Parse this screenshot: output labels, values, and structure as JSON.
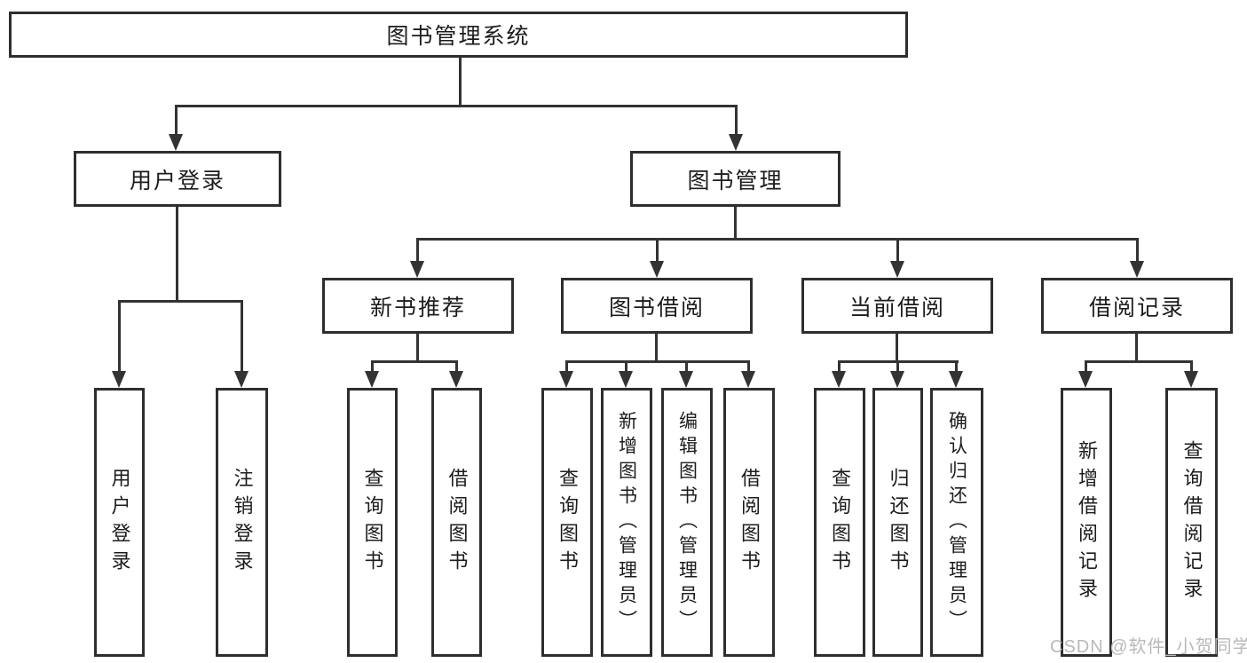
{
  "diagram": {
    "type": "hierarchy",
    "tree": {
      "label": "图书管理系统",
      "children": [
        {
          "label": "用户登录",
          "children": [
            {
              "label": "用户登录"
            },
            {
              "label": "注销登录"
            }
          ]
        },
        {
          "label": "图书管理",
          "children": [
            {
              "label": "新书推荐",
              "children": [
                {
                  "label": "查询图书"
                },
                {
                  "label": "借阅图书"
                }
              ]
            },
            {
              "label": "图书借阅",
              "children": [
                {
                  "label": "查询图书"
                },
                {
                  "label": "新增图书（管理员）"
                },
                {
                  "label": "编辑图书（管理员）"
                },
                {
                  "label": "借阅图书"
                }
              ]
            },
            {
              "label": "当前借阅",
              "children": [
                {
                  "label": "查询图书"
                },
                {
                  "label": "归还图书"
                },
                {
                  "label": "确认归还（管理员）"
                }
              ]
            },
            {
              "label": "借阅记录",
              "children": [
                {
                  "label": "新增借阅记录"
                },
                {
                  "label": "查询借阅记录"
                }
              ]
            }
          ]
        }
      ]
    },
    "colors": {
      "line": "#333333",
      "box_border": "#2e2e2e",
      "text": "#1c1c1c",
      "background": "#ffffff",
      "watermark": "#b9b9b9"
    }
  },
  "watermark": {
    "text": "CSDN @软件_小贺同学"
  }
}
